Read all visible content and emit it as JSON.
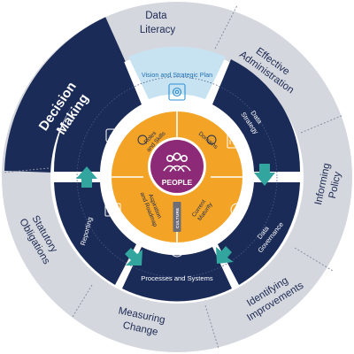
{
  "outer_ring": {
    "data_literacy": [
      "Data",
      "Literacy"
    ],
    "effective_administration": [
      "Effective",
      "Administration"
    ],
    "informing_policy": [
      "Informing",
      "Policy"
    ],
    "identifying_improvements": [
      "Identifying",
      "Improvements"
    ],
    "measuring_change": [
      "Measuring",
      "Change"
    ],
    "statutory_obligations": [
      "Statutory",
      "Obligations"
    ],
    "decision_making": [
      "Decision",
      "Making"
    ]
  },
  "middle_ring": {
    "vision": "Vision and Strategic Plan",
    "data_strategy": [
      "Data",
      "Strategy"
    ],
    "data_governance": [
      "Data",
      "Governance"
    ],
    "processes": "Processes and Systems",
    "reporting": "Reporting"
  },
  "inner_ring": {
    "roles": [
      "Roles",
      "and Skills"
    ],
    "domains": "Domains",
    "current_maturity": [
      "Current",
      "Maturity"
    ],
    "aspiration": [
      "Aspiration",
      "and Roadmap"
    ]
  },
  "core": {
    "people": "PEOPLE",
    "culture": "CULTURE"
  },
  "colors": {
    "navy": "#1b2b57",
    "grey": "#d5d7de",
    "orange": "#f3a325",
    "purple": "#8d2a77",
    "teal": "#32a59e",
    "light_blue": "#c7e3f1",
    "icon_blue": "#2d8fd6"
  }
}
